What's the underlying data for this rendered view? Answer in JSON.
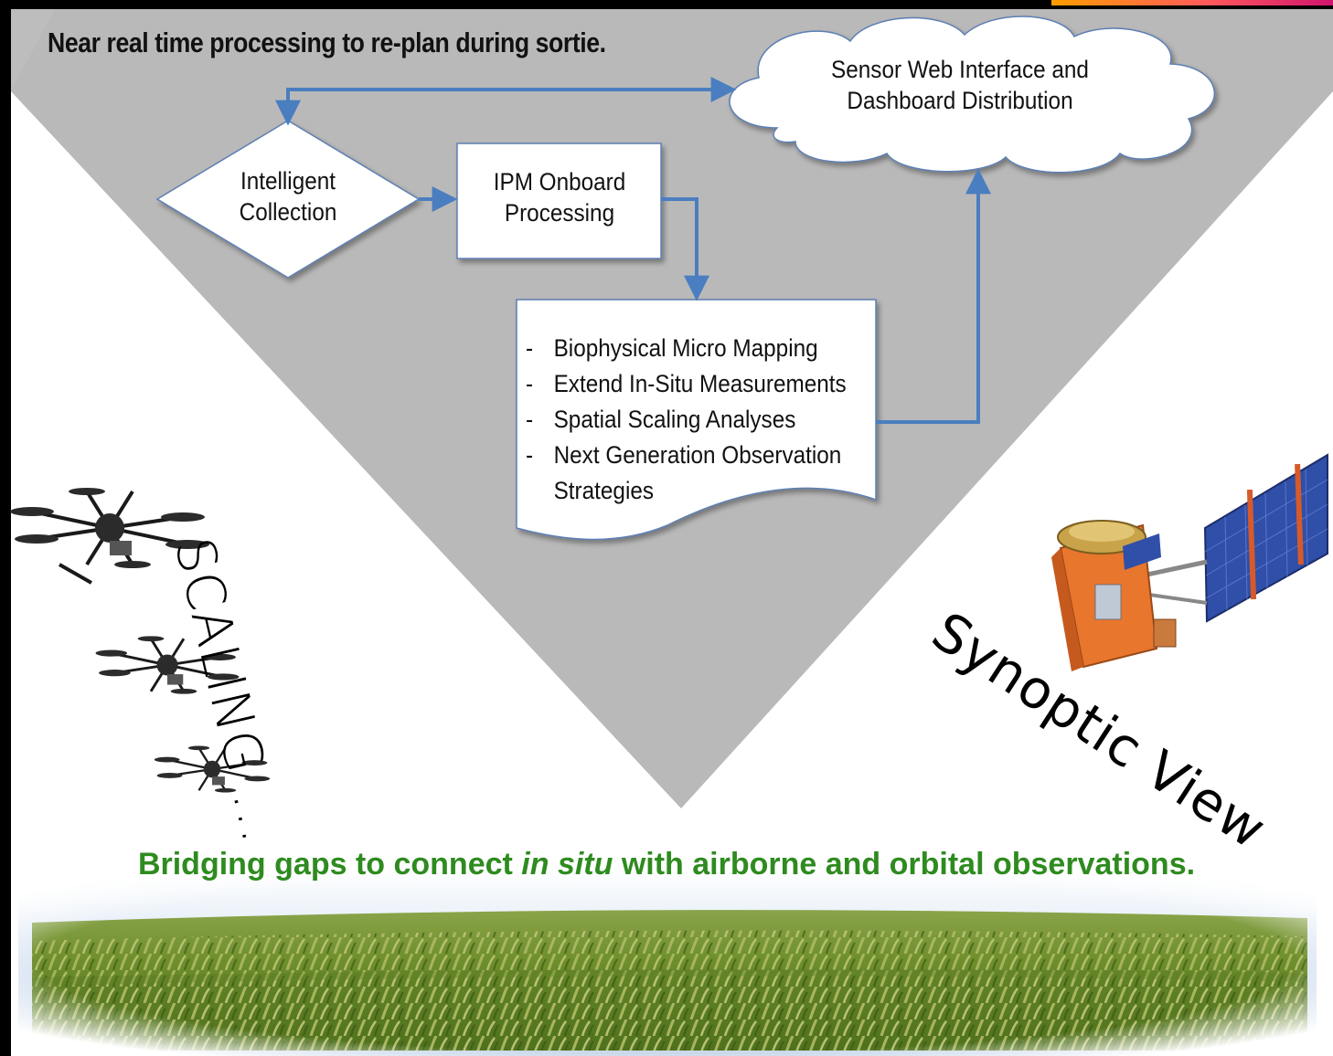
{
  "header": {
    "title": "Near real time processing to re-plan during sortie."
  },
  "flow": {
    "cloud_line1": "Sensor Web Interface and",
    "cloud_line2": "Dashboard Distribution",
    "diamond_line1": "Intelligent",
    "diamond_line2": "Collection",
    "process_line1": "IPM Onboard",
    "process_line2": "Processing",
    "document_items": [
      "Biophysical Micro Mapping",
      "Extend In-Situ Measurements",
      "Spatial Scaling Analyses",
      "Next Generation Observation"
    ],
    "document_item_continuation": "Strategies",
    "dash": "-"
  },
  "side_labels": {
    "scaling": "SCALING …",
    "synoptic": "Synoptic View"
  },
  "footer": {
    "before": "Bridging gaps to connect ",
    "emphasis": "in situ",
    "after": " with airborne and orbital observations."
  },
  "colors": {
    "triangle": "#b8b8b8",
    "arrow": "#4a7ec0",
    "footer_text": "#2e8b1f",
    "top_accent": [
      "#f5a000",
      "#e8336e",
      "#c81a7a"
    ]
  },
  "icons": {
    "drones": [
      "drone-icon",
      "drone-icon",
      "drone-icon"
    ],
    "satellite": "satellite-icon",
    "field": "wheat-field-photo"
  }
}
